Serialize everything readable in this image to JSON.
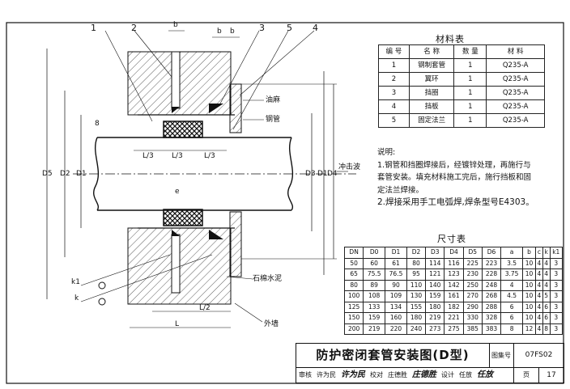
{
  "callouts": [
    "1",
    "2",
    "3",
    "5",
    "4"
  ],
  "side_labels": {
    "oil_hemp": "油麻",
    "steel_pipe": "钢管",
    "flush_side": "冲击波",
    "asbestos_cement": "石棉水泥",
    "outer_wall": "外墙"
  },
  "dimensions": {
    "b": "b",
    "l3": "L/3",
    "l2": "L/2",
    "L": "L",
    "k": "k",
    "k1": "k1",
    "e": "e",
    "d": "8",
    "diameters_left": [
      "D5",
      "D2",
      "D1"
    ],
    "diameters_right": [
      "D3",
      "D1",
      "D4"
    ]
  },
  "materials": {
    "title": "材料表",
    "headers": [
      "编 号",
      "名 称",
      "数 量",
      "材 料"
    ],
    "rows": [
      [
        "1",
        "钢制套管",
        "1",
        "Q235-A"
      ],
      [
        "2",
        "翼环",
        "1",
        "Q235-A"
      ],
      [
        "3",
        "挡圈",
        "1",
        "Q235-A"
      ],
      [
        "4",
        "挡板",
        "1",
        "Q235-A"
      ],
      [
        "5",
        "固定法兰",
        "1",
        "Q235-A"
      ]
    ]
  },
  "notes": {
    "heading": "说明:",
    "lines": [
      "1.钢管和挡圈焊接后，经镀锌处理，再施行与",
      "套管安装。填充材料施工完后，施行挡板和固",
      "定法兰焊接。",
      "2.焊接采用手工电弧焊,焊条型号E4303。"
    ]
  },
  "dimension_table": {
    "title": "尺寸表",
    "headers": [
      "DN",
      "D0",
      "D1",
      "D2",
      "D3",
      "D4",
      "D5",
      "D6",
      "a",
      "b",
      "c",
      "k",
      "k1"
    ],
    "rows": [
      [
        "50",
        "60",
        "61",
        "80",
        "114",
        "116",
        "225",
        "223",
        "3.5",
        "10",
        "4",
        "4",
        "3"
      ],
      [
        "65",
        "75.5",
        "76.5",
        "95",
        "121",
        "123",
        "230",
        "228",
        "3.75",
        "10",
        "4",
        "4",
        "3"
      ],
      [
        "80",
        "89",
        "90",
        "110",
        "140",
        "142",
        "250",
        "248",
        "4",
        "10",
        "4",
        "4",
        "3"
      ],
      [
        "100",
        "108",
        "109",
        "130",
        "159",
        "161",
        "270",
        "268",
        "4.5",
        "10",
        "4",
        "5",
        "3"
      ],
      [
        "125",
        "133",
        "134",
        "155",
        "180",
        "182",
        "290",
        "288",
        "6",
        "10",
        "4",
        "6",
        "3"
      ],
      [
        "150",
        "159",
        "160",
        "180",
        "219",
        "221",
        "330",
        "328",
        "6",
        "10",
        "4",
        "6",
        "3"
      ],
      [
        "200",
        "219",
        "220",
        "240",
        "273",
        "275",
        "385",
        "383",
        "8",
        "12",
        "4",
        "8",
        "3"
      ]
    ]
  },
  "title_block": {
    "title": "防护密闭套管安装图(D型)",
    "atlas_label": "图集号",
    "atlas_no": "07FS02",
    "signatures": [
      "审核",
      "许为民",
      "许为民",
      "校对",
      "庄德胜",
      "庄德胜",
      "设计",
      "任放",
      "任放"
    ],
    "page_label": "页",
    "page_no": "17"
  }
}
